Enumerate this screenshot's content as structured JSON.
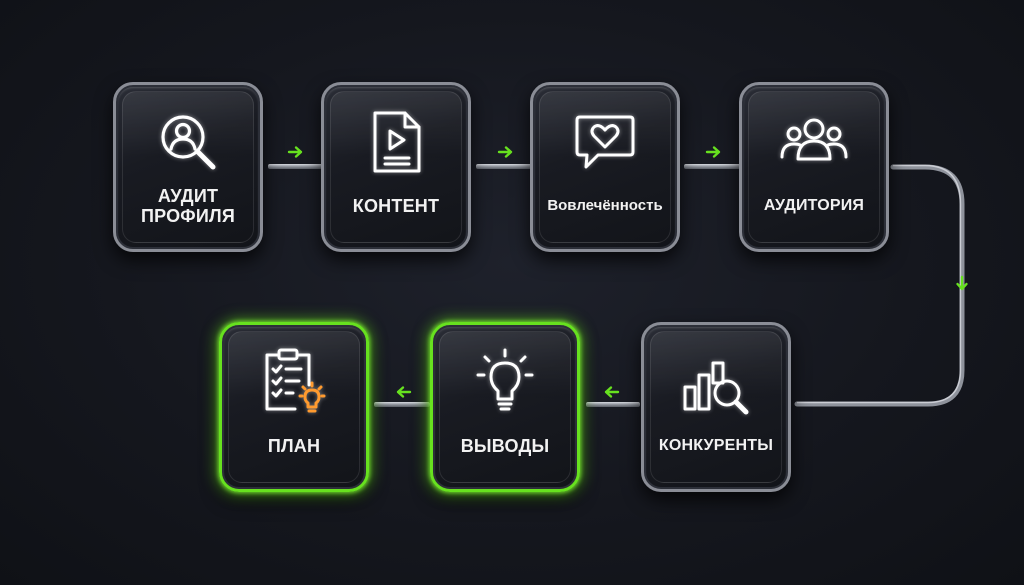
{
  "diagram": {
    "accent_color": "#67e11f",
    "connector_color": "#a7aab2",
    "nodes": [
      {
        "id": "audit",
        "label": "Аудит профиля",
        "icon": "user-search-icon"
      },
      {
        "id": "content",
        "label": "Контент",
        "icon": "video-file-icon"
      },
      {
        "id": "engagement",
        "label": "Вовлечённость",
        "icon": "heart-chat-icon"
      },
      {
        "id": "audience",
        "label": "Аудитория",
        "icon": "users-group-icon"
      },
      {
        "id": "competitors",
        "label": "Конкуренты",
        "icon": "chart-magnifier-icon"
      },
      {
        "id": "conclusions",
        "label": "Выводы",
        "icon": "lightbulb-icon",
        "highlighted": true
      },
      {
        "id": "plan",
        "label": "План",
        "icon": "clipboard-idea-icon",
        "highlighted": true
      }
    ],
    "edges": [
      {
        "from": "audit",
        "to": "content"
      },
      {
        "from": "content",
        "to": "engagement"
      },
      {
        "from": "engagement",
        "to": "audience"
      },
      {
        "from": "audience",
        "to": "competitors"
      },
      {
        "from": "competitors",
        "to": "conclusions"
      },
      {
        "from": "conclusions",
        "to": "plan"
      }
    ]
  }
}
